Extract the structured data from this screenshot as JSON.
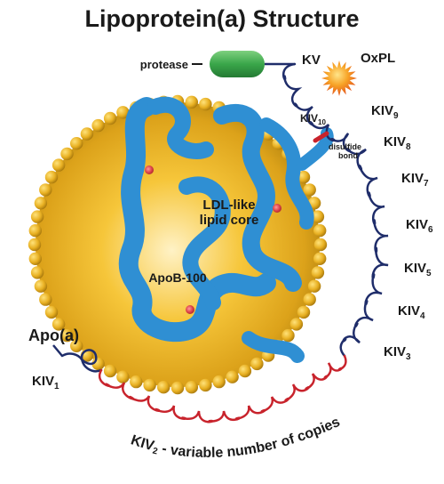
{
  "title": "Lipoprotein(a) Structure",
  "labels": {
    "protease": "protease",
    "kv": "KV",
    "oxpl": "OxPL",
    "kiv10": "KIV",
    "kiv10_sub": "10",
    "kiv9": "KIV",
    "kiv9_sub": "9",
    "disulfide": "disulfide",
    "bond": "bond",
    "kiv8": "KIV",
    "kiv8_sub": "8",
    "kiv7": "KIV",
    "kiv7_sub": "7",
    "kiv6": "KIV",
    "kiv6_sub": "6",
    "kiv5": "KIV",
    "kiv5_sub": "5",
    "kiv4": "KIV",
    "kiv4_sub": "4",
    "kiv3": "KIV",
    "kiv3_sub": "3",
    "apoa": "Apo(a)",
    "kiv1": "KIV",
    "kiv1_sub": "1",
    "kiv2": "KIV",
    "kiv2_sub": "2",
    "kiv2_rest": " - variable number of copies",
    "ldl_line1": "LDL-like",
    "ldl_line2": "lipid core",
    "apob": "ApoB-100"
  },
  "colors": {
    "core_gold": "#f2b81c",
    "core_dark": "#b98812",
    "apob_blue": "#2f8fd3",
    "kringle_navy": "#1f2d6a",
    "kiv2_red": "#c8232c",
    "protease_green": "#3aa64a",
    "oxpl_orange": "#f26b1d",
    "dot_red": "#e0484e"
  }
}
